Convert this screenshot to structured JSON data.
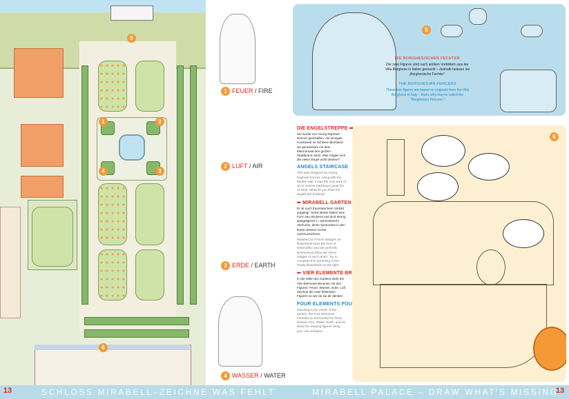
{
  "left_page": {
    "number": "13",
    "footer": "SCHLOSS MIRABELL–ZEICHNE WAS FEHLT",
    "map_markers": [
      "5",
      "1",
      "2",
      "4",
      "3",
      "6"
    ]
  },
  "elements": [
    {
      "num": "1",
      "de": "FEUER",
      "sep": " / ",
      "en": "FIRE"
    },
    {
      "num": "2",
      "de": "LUFT",
      "sep": " / ",
      "en": "AIR"
    },
    {
      "num": "3",
      "de": "ERDE",
      "sep": " / ",
      "en": "EARTH"
    },
    {
      "num": "4",
      "de": "WASSER",
      "sep": " / ",
      "en": "WATER"
    }
  ],
  "right_page": {
    "number": "13",
    "footer": "MIRABELL PALACE – DRAW WHAT'S MISSING",
    "fencers": {
      "marker": "5",
      "title_de": "DIE BORGHESISCHEN FECHTER",
      "body_de": "Die zwei Figuren sind nach antiken Vorbildern aus der Villa Borghese in Italien gemacht – deshalb heissen sie „Borghesische Fechter“.",
      "title_en": "THE BORGHESIAN FENCERS",
      "body_en": "These two figures are based on originals from the Villa Borghese in Italy – that's why they're called the “Borghesian Fencers.”"
    },
    "drawing_marker": "6",
    "sections": [
      {
        "title_de": "DIE ENGELSTREPPE",
        "arrow": "➡",
        "body_de": "Sie wurde von Georg Raphael Donner geschaffen. Als einziges Kunstwerk im Schloss überstand sie gemeinsam mit dem Marmorsaal den großen Stadtbrand 1818. Was mögen sich die vielen Engel wohl denken?",
        "title_en": "ANGELS STAIRCASE",
        "body_en": "This was designed by Georg Raphael Donner. Along with the Marble Hall, it was the only work of art to survive Salzburg's great fire of 1818. What do you think the angels are thinking?"
      },
      {
        "title_de": "MIRABELL GARTEN",
        "arrow": "⬅",
        "body_de": "Er ist nach französischem Vorbild angelegt. Seine Beete haben eine Form wie Stickerei und sind streng spiegelgleich (= symmetrisch). Versuche, diese Symmetrie in den leeren Beeten rechts nachzuzeichnen.",
        "title_en": "",
        "body_en": "Modeled on French designs, its flowerbeds have the form of embroidery and are perfectly symmetrical (they are mirror images of each other). Try to complete this symmetry in the empty flowerbeds on the right."
      },
      {
        "title_de": "VIER ELEMENTE BRUNNEN",
        "arrow": "⬅",
        "body_de": "In der Mitte des Gartens steht der Vier-Elemente-Brunnen mit den Figuren: Feuer, Wasser, Erde, Luft. Zeichne die zwei fehlenden Figuren so wie du sie dir denkst!",
        "title_en": "FOUR ELEMENTS FOUNTAIN",
        "body_en": "Standing in the center of the garden, the Four Elements Fountain is surrounded by these statues: Fire, Water, Earth, and Air. Draw the missing figures using your own designs!"
      }
    ]
  }
}
